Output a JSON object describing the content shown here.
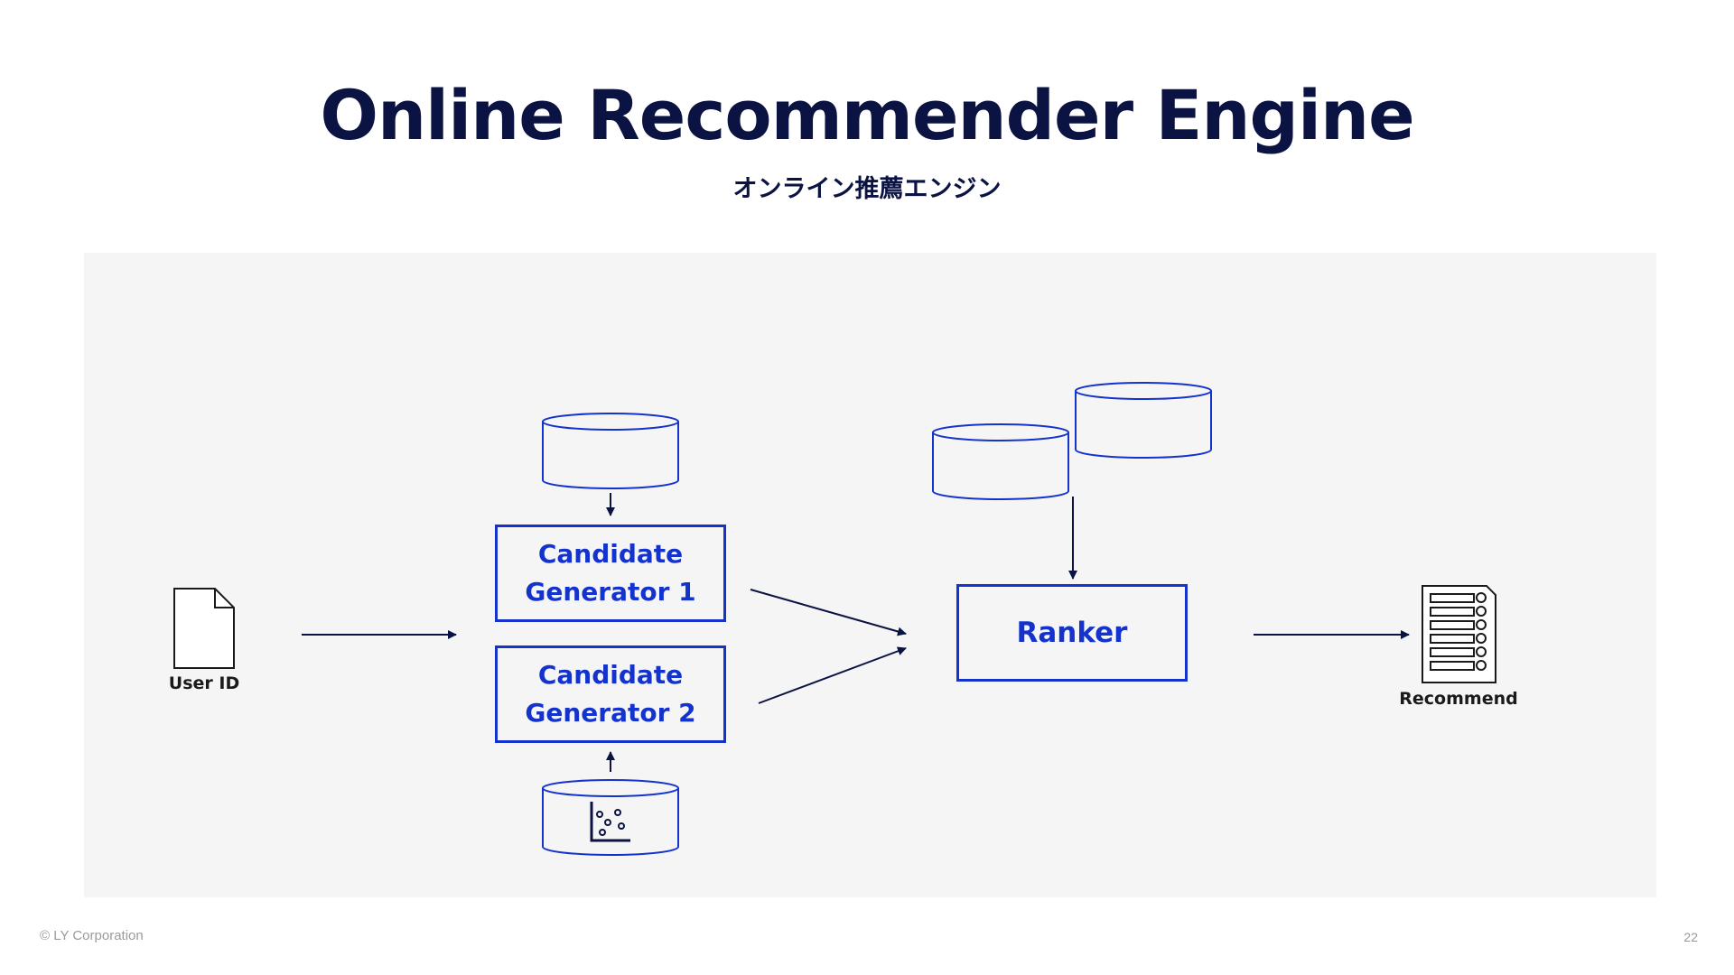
{
  "title": "Online Recommender Engine",
  "subtitle": "オンライン推薦エンジン",
  "diagram": {
    "user_id_label": "User ID",
    "generator1": {
      "line1": "Candidate",
      "line2": "Generator 1"
    },
    "generator2": {
      "line1": "Candidate",
      "line2": "Generator 2"
    },
    "ranker_label": "Ranker",
    "recommend_label": "Recommend"
  },
  "colors": {
    "title": "#0b1342",
    "accent_blue": "#1433cc",
    "panel_bg": "#f5f5f5"
  },
  "icons": [
    "document-icon",
    "database-icon",
    "scatter-plot-icon",
    "list-document-icon",
    "arrow-icon"
  ],
  "footer": {
    "copyright": "© LY Corporation",
    "page_number": "22"
  }
}
